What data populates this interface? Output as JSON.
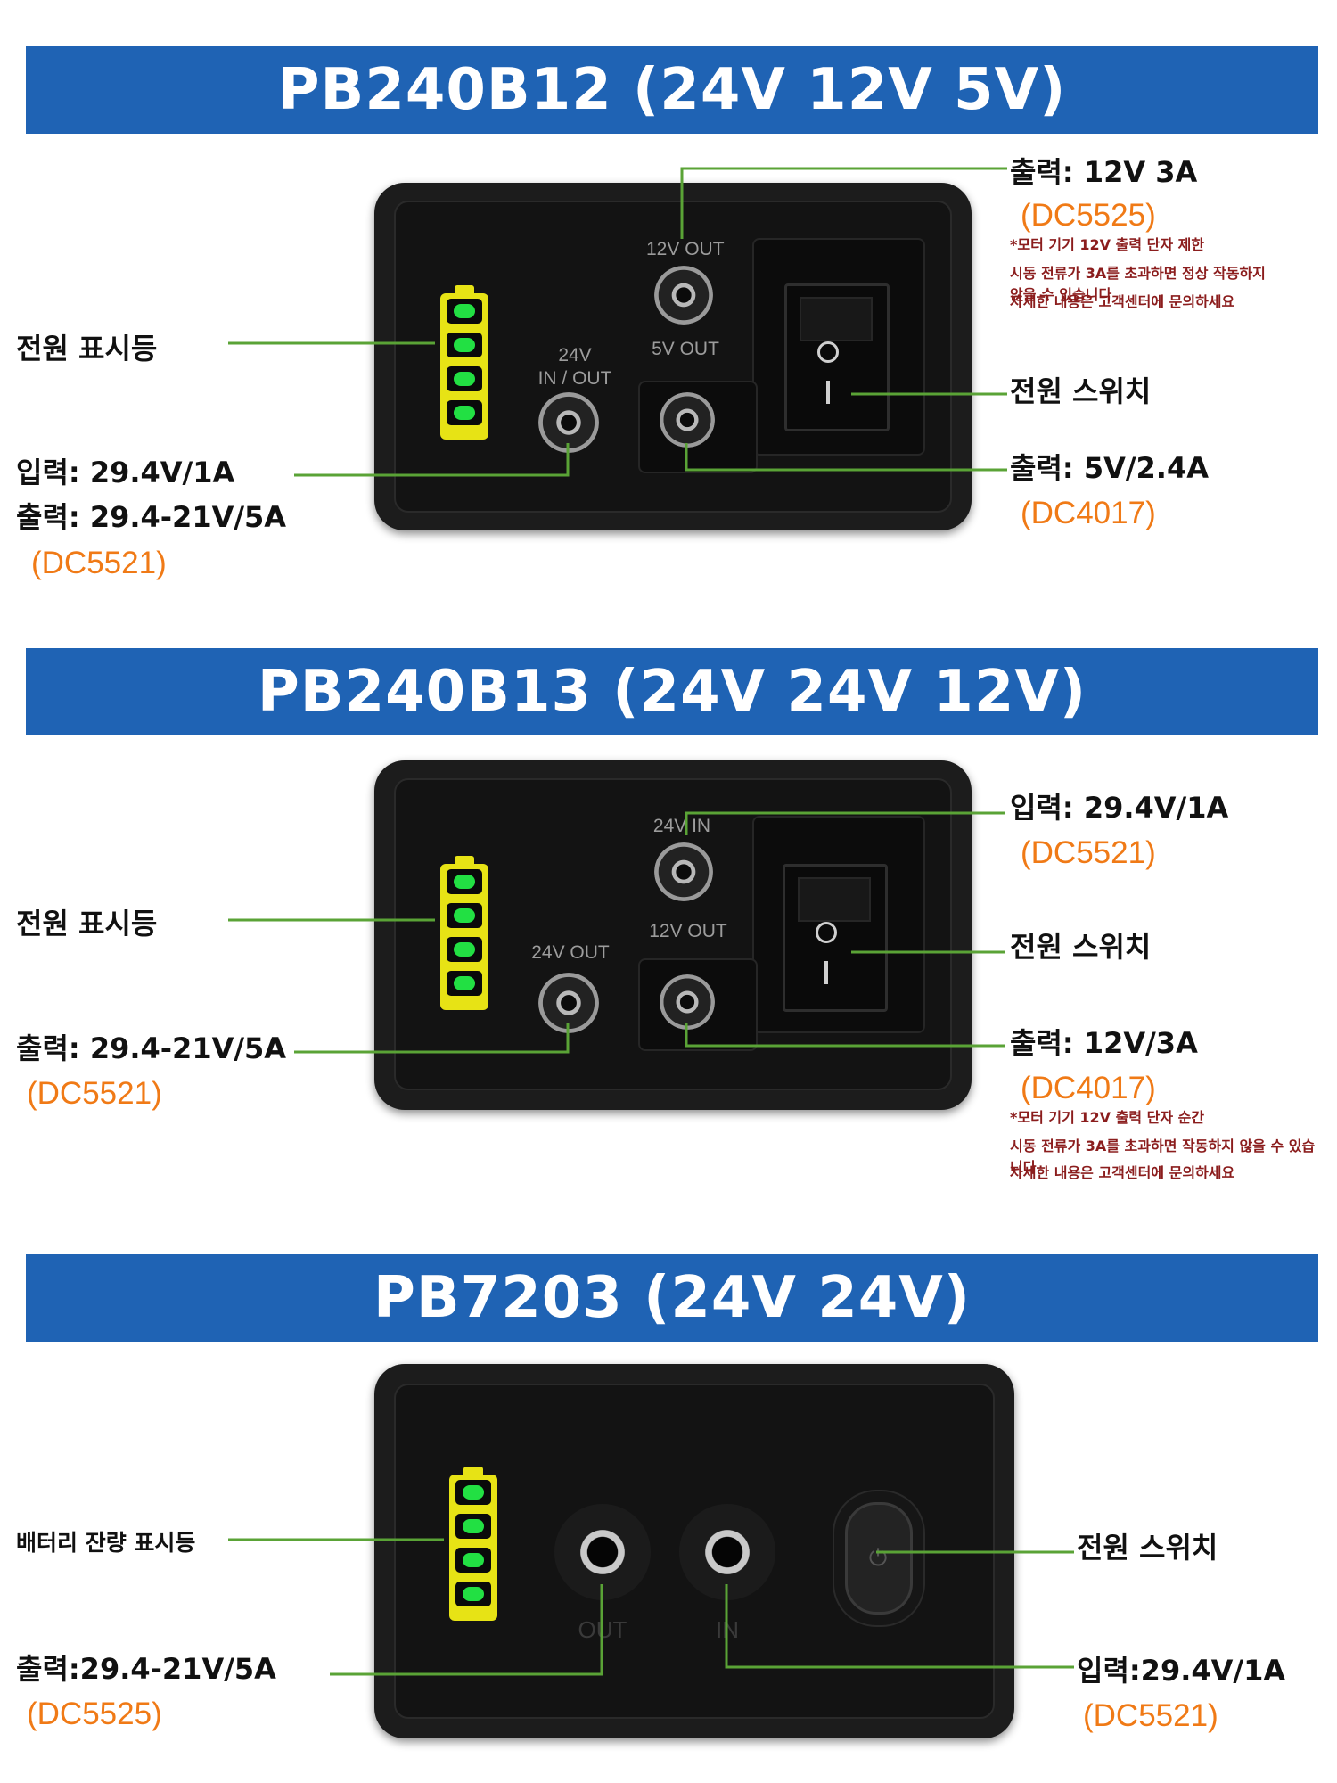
{
  "sections": [
    {
      "title": "PB240B12 (24V 12V 5V)",
      "ports": {
        "port_12v": "12V OUT",
        "port_24v": "24V\nIN / OUT",
        "port_5v": "5V OUT"
      },
      "labels": {
        "indicator": "전원 표시등",
        "input_output_line1": "입력: 29.4V/1A",
        "input_output_line2": "출력: 29.4-21V/5A",
        "input_output_connector": "(DC5521)",
        "out12": "출력: 12V 3A",
        "out12_connector": "(DC5525)",
        "switch": "전원 스위치",
        "out5": "출력: 5V/2.4A",
        "out5_connector": "(DC4017)"
      },
      "note": [
        "*모터 기기 12V 출력 단자 제한",
        "시동 전류가 3A를 초과하면 정상 작동하지",
        "않을 수 있습니다",
        "자세한 내용은 고객센터에 문의하세요"
      ]
    },
    {
      "title": "PB240B13 (24V 24V 12V)",
      "ports": {
        "port_24in": "24V IN",
        "port_24out": "24V OUT",
        "port_12v": "12V OUT"
      },
      "labels": {
        "indicator": "전원 표시등",
        "output": "출력: 29.4-21V/5A",
        "output_connector": "(DC5521)",
        "input": "입력: 29.4V/1A",
        "input_connector": "(DC5521)",
        "switch": "전원 스위치",
        "out12": "출력: 12V/3A",
        "out12_connector": "(DC4017)"
      },
      "note": [
        "*모터 기기 12V 출력 단자 순간",
        "시동 전류가 3A를 초과하면 작동하지 않을 수 있습",
        "니다",
        "자세한 내용은 고객센터에 문의하세요"
      ]
    },
    {
      "title": "PB7203 (24V 24V)",
      "ports": {
        "port_out": "OUT",
        "port_in": "IN"
      },
      "labels": {
        "indicator": "배터리 잔량 표시등",
        "output": "출력:29.4-21V/5A",
        "output_connector": "(DC5525)",
        "switch": "전원 스위치",
        "input": "입력:29.4V/1A",
        "input_connector": "(DC5521)"
      }
    }
  ],
  "colors": {
    "banner": "#1f63b4",
    "leader_line": "#5aa336",
    "connector_text": "#f07a16",
    "note_text": "#8b1d1d",
    "led": "#22e043",
    "battery_body": "#e7e315"
  }
}
